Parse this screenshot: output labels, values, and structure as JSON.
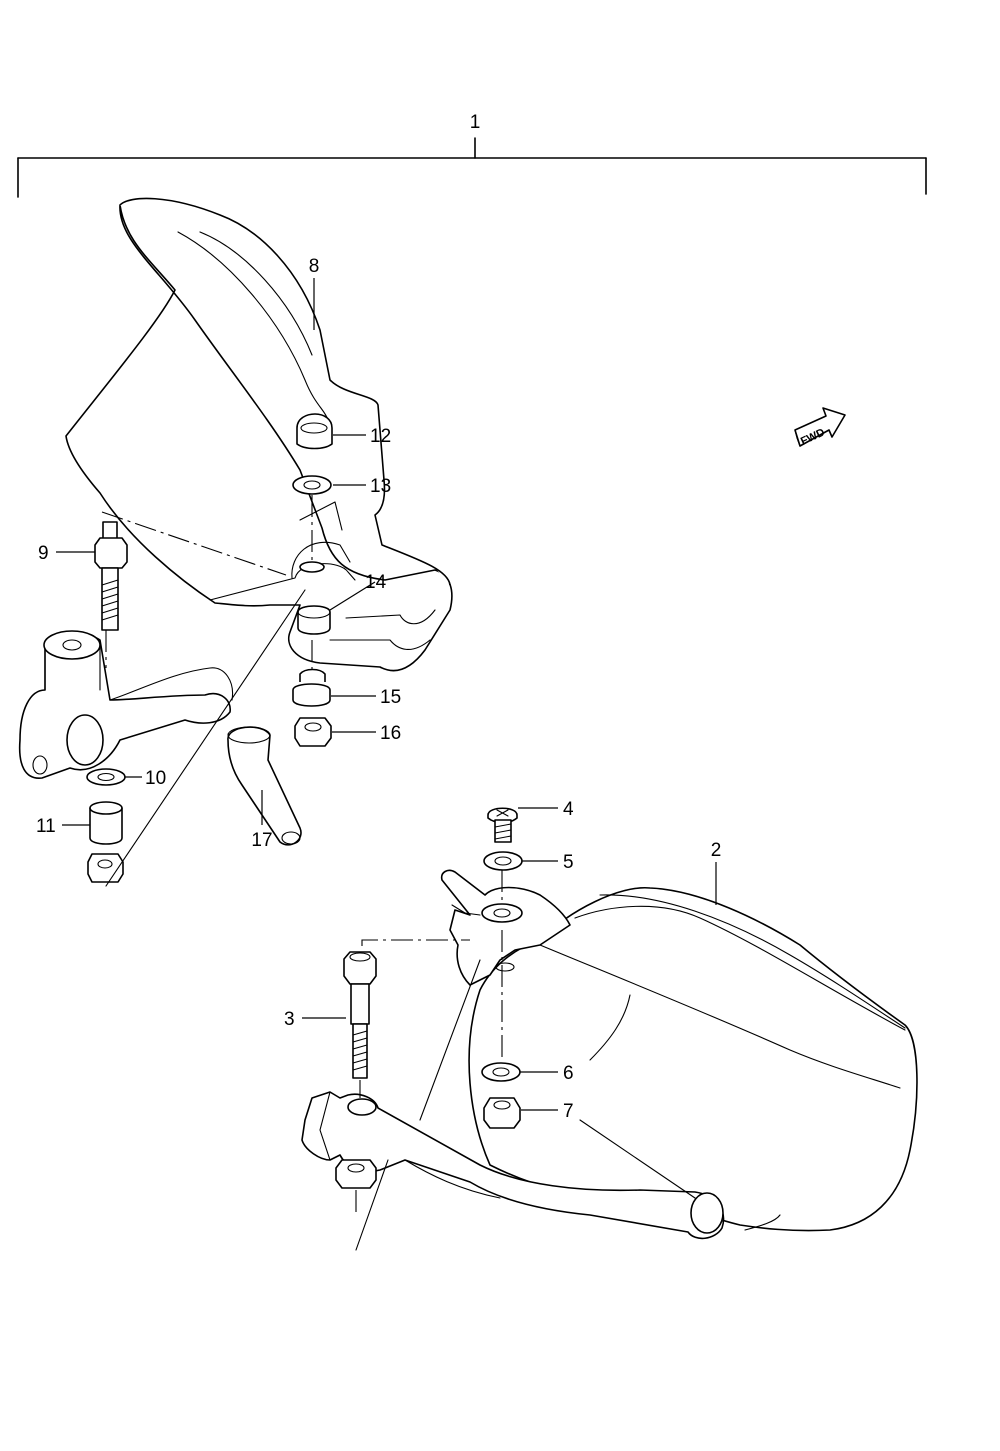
{
  "assembly": {
    "callout": "1"
  },
  "parts": [
    {
      "id": "p2",
      "callout": "2"
    },
    {
      "id": "p3",
      "callout": "3"
    },
    {
      "id": "p4",
      "callout": "4"
    },
    {
      "id": "p5",
      "callout": "5"
    },
    {
      "id": "p6",
      "callout": "6"
    },
    {
      "id": "p7",
      "callout": "7"
    },
    {
      "id": "p8",
      "callout": "8"
    },
    {
      "id": "p9",
      "callout": "9"
    },
    {
      "id": "p10",
      "callout": "10"
    },
    {
      "id": "p11",
      "callout": "11"
    },
    {
      "id": "p12",
      "callout": "12"
    },
    {
      "id": "p13",
      "callout": "13"
    },
    {
      "id": "p14",
      "callout": "14"
    },
    {
      "id": "p15",
      "callout": "15"
    },
    {
      "id": "p16",
      "callout": "16"
    },
    {
      "id": "p17",
      "callout": "17"
    }
  ],
  "direction_badge": {
    "text": "FWD",
    "icon": "forward-arrow-icon"
  }
}
